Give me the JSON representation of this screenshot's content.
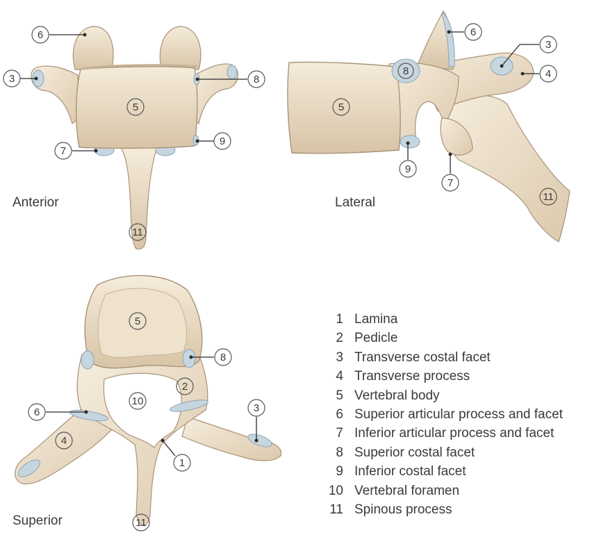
{
  "views": {
    "anterior": "Anterior",
    "lateral": "Lateral",
    "superior": "Superior"
  },
  "callouts": {
    "anterior": [
      "6",
      "3",
      "8",
      "5",
      "7",
      "9",
      "11"
    ],
    "lateral": [
      "6",
      "3",
      "4",
      "8",
      "5",
      "9",
      "7",
      "11"
    ],
    "superior": [
      "5",
      "8",
      "2",
      "10",
      "6",
      "3",
      "4",
      "1",
      "11"
    ]
  },
  "legend": [
    {
      "num": "1",
      "label": "Lamina"
    },
    {
      "num": "2",
      "label": "Pedicle"
    },
    {
      "num": "3",
      "label": "Transverse costal facet"
    },
    {
      "num": "4",
      "label": "Transverse process"
    },
    {
      "num": "5",
      "label": "Vertebral body"
    },
    {
      "num": "6",
      "label": "Superior articular process and facet"
    },
    {
      "num": "7",
      "label": "Inferior articular process and facet"
    },
    {
      "num": "8",
      "label": "Superior costal facet"
    },
    {
      "num": "9",
      "label": "Inferior costal facet"
    },
    {
      "num": "10",
      "label": "Vertebral foramen"
    },
    {
      "num": "11",
      "label": "Spinous process"
    }
  ],
  "colors": {
    "bone": "#efe3cf",
    "bone_shade": "#d9c6aa",
    "bone_outline": "#a89378",
    "facet": "#c6d6e0",
    "facet_outline": "#8aa3b3",
    "leader_line": "#2b2b2b"
  }
}
